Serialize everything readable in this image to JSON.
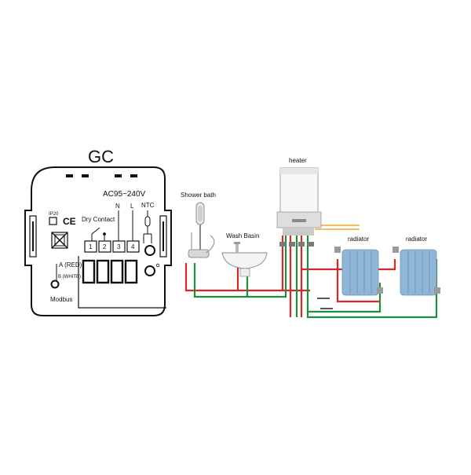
{
  "thermostat": {
    "model": "GC",
    "voltage": "AC95~240V",
    "ip_rating": "IP20",
    "ce_mark": "CE",
    "dry_contact": "Dry Contact",
    "n_label": "N",
    "l_label": "L",
    "ntc_label": "NTC",
    "terminals": [
      "1",
      "2",
      "3",
      "4"
    ],
    "bus_a": "A (RED)",
    "bus_b": "B (WHITE)",
    "bus_name": "Modbus"
  },
  "system": {
    "shower_label": "Shower bath",
    "basin_label": "Wash Basin",
    "heater_label": "heater",
    "radiator1_label": "radiator",
    "radiator2_label": "radiator"
  },
  "colors": {
    "hot_pipe": "#d9262b",
    "return_pipe": "#1c8f3a",
    "gas_pipe": "#f0a830",
    "radiator": "#8fb6d6"
  },
  "icons": [
    "crossed-bin-icon",
    "shower-icon",
    "basin-icon",
    "heater-icon",
    "radiator-icon"
  ]
}
